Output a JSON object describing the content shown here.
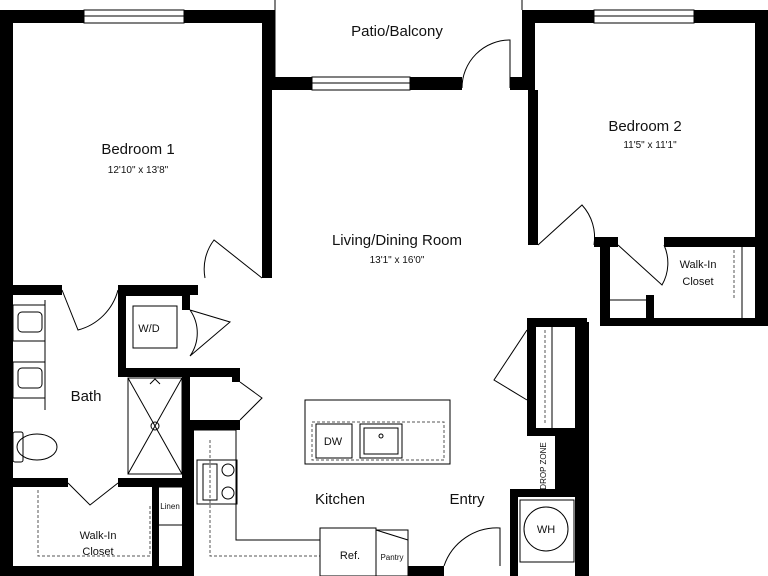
{
  "rooms": {
    "patio": {
      "name": "Patio/Balcony"
    },
    "bedroom1": {
      "name": "Bedroom  1",
      "dims": "12'10\" x 13'8\""
    },
    "bedroom2": {
      "name": "Bedroom  2",
      "dims": "11'5\" x 11'1\""
    },
    "living": {
      "name": "Living/Dining Room",
      "dims": "13'1\" x 16'0\""
    },
    "closet2": {
      "line1": "Walk-In",
      "line2": "Closet"
    },
    "bath": {
      "name": "Bath"
    },
    "closet1": {
      "line1": "Walk-In",
      "line2": "Closet"
    },
    "kitchen": {
      "name": "Kitchen"
    },
    "entry": {
      "name": "Entry"
    }
  },
  "fixtures": {
    "wd": "W/D",
    "dw": "DW",
    "wh": "WH",
    "linen": "Linen",
    "ref": "Ref.",
    "pantry": "Pantry",
    "drop_zone": "DROP ZONE"
  }
}
